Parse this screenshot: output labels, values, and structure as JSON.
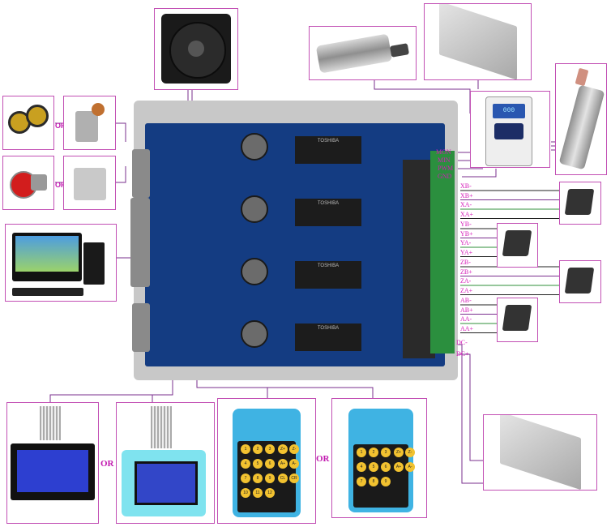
{
  "diagram": {
    "colors": {
      "frame": "#c24fb4",
      "wire_purple": "#7a2f8e",
      "wire_green": "#2f8f3a",
      "wire_black": "#222222",
      "label": "#c010b0",
      "board": "#143c82"
    },
    "labels": {
      "or": "OR"
    },
    "spindle_pins": [
      "MON",
      "MIN",
      "PWM",
      "GND"
    ],
    "motor_pins": [
      {
        "axis": "X",
        "pins": [
          "XB-",
          "XB+",
          "XA-",
          "XA+"
        ]
      },
      {
        "axis": "Y",
        "pins": [
          "YB-",
          "YB+",
          "YA-",
          "YA+"
        ]
      },
      {
        "axis": "Z",
        "pins": [
          "ZB-",
          "ZB+",
          "ZA-",
          "ZA+"
        ]
      },
      {
        "axis": "A",
        "pins": [
          "AB-",
          "AB+",
          "AA-",
          "AA+"
        ]
      }
    ],
    "power_pins": [
      "DC-",
      "DC+"
    ],
    "chip_labels": [
      "TOSHIBA",
      "TOSHIBA",
      "TOSHIBA",
      "TOSHIBA"
    ],
    "inverter_display": "000",
    "pendant_keys_left": [
      "1",
      "2",
      "3",
      "4",
      "5",
      "6",
      "7",
      "8",
      "9",
      "10",
      "11",
      "12"
    ],
    "pendant_keys_right": [
      "Z+",
      "Z-",
      "A+",
      "A-",
      "CL",
      "CR"
    ]
  }
}
